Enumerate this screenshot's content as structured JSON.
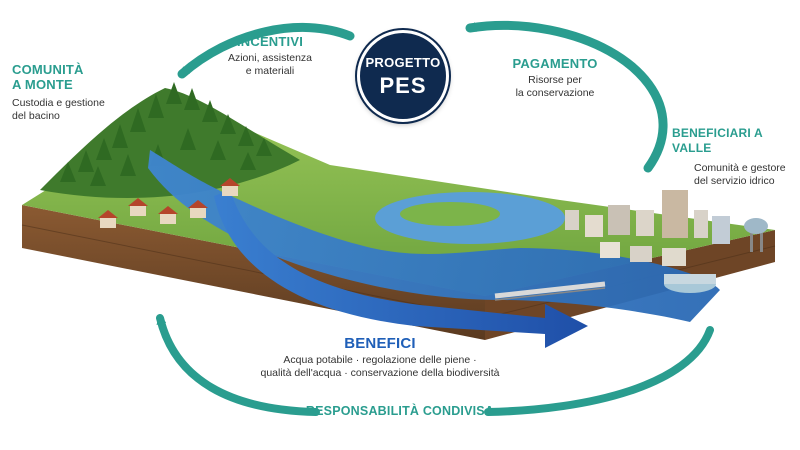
{
  "colors": {
    "teal": "#2a9d8f",
    "navy": "#0f2a4f",
    "blue_accent": "#1f5fb8"
  },
  "center": {
    "line1": "PROGETTO",
    "line2": "PES"
  },
  "upstream": {
    "title_line1": "COMUNITÀ",
    "title_line2": "A MONTE",
    "desc_line1": "Custodia e gestione",
    "desc_line2": "del bacino"
  },
  "incentives": {
    "title": "INCENTIVI",
    "desc_line1": "Azioni, assistenza",
    "desc_line2": "e materiali"
  },
  "payment": {
    "title": "PAGAMENTO",
    "desc_line1": "Risorse per",
    "desc_line2": "la conservazione"
  },
  "downstream": {
    "title": "BENEFICIARI A VALLE",
    "desc_line1": "Comunità e gestore",
    "desc_line2": "del servizio idrico"
  },
  "benefits": {
    "title": "BENEFICI",
    "desc_line1": "Acqua potabile · regolazione delle piene ·",
    "desc_line2": "qualità dell'acqua · conservazione della biodiversità"
  },
  "shared": {
    "title": "RESPONSABILITÀ CONDIVISA"
  }
}
